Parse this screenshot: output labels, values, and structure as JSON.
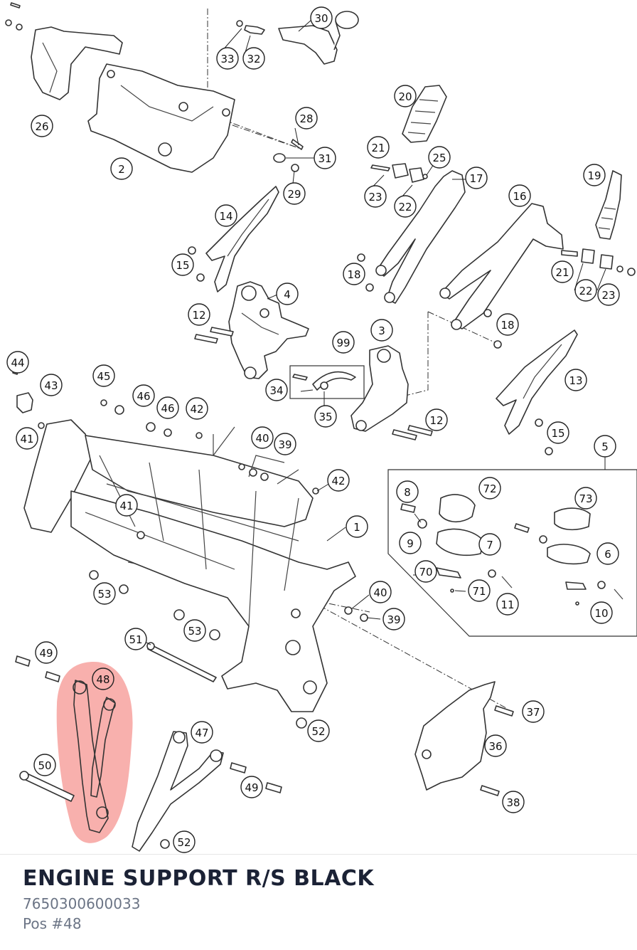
{
  "part": {
    "title": "ENGINE SUPPORT R/S BLACK",
    "number": "7650300600033",
    "position": "Pos #48"
  },
  "highlight": {
    "position": "48",
    "color": "#f2706a"
  },
  "callouts": [
    {
      "id": "c30",
      "label": "30"
    },
    {
      "id": "c33",
      "label": "33"
    },
    {
      "id": "c32",
      "label": "32"
    },
    {
      "id": "c26",
      "label": "26"
    },
    {
      "id": "c2",
      "label": "2"
    },
    {
      "id": "c28",
      "label": "28"
    },
    {
      "id": "c31",
      "label": "31"
    },
    {
      "id": "c29",
      "label": "29"
    },
    {
      "id": "c20",
      "label": "20"
    },
    {
      "id": "c21a",
      "label": "21"
    },
    {
      "id": "c25",
      "label": "25"
    },
    {
      "id": "c17",
      "label": "17"
    },
    {
      "id": "c23a",
      "label": "23"
    },
    {
      "id": "c22a",
      "label": "22"
    },
    {
      "id": "c19",
      "label": "19"
    },
    {
      "id": "c16",
      "label": "16"
    },
    {
      "id": "c14",
      "label": "14"
    },
    {
      "id": "c15a",
      "label": "15"
    },
    {
      "id": "c18a",
      "label": "18"
    },
    {
      "id": "c21b",
      "label": "21"
    },
    {
      "id": "c22b",
      "label": "22"
    },
    {
      "id": "c23b",
      "label": "23"
    },
    {
      "id": "c4",
      "label": "4"
    },
    {
      "id": "c12a",
      "label": "12"
    },
    {
      "id": "c18b",
      "label": "18"
    },
    {
      "id": "c3",
      "label": "3"
    },
    {
      "id": "c99",
      "label": "99"
    },
    {
      "id": "c44",
      "label": "44"
    },
    {
      "id": "c43",
      "label": "43"
    },
    {
      "id": "c34",
      "label": "34"
    },
    {
      "id": "c35",
      "label": "35"
    },
    {
      "id": "c13",
      "label": "13"
    },
    {
      "id": "c45",
      "label": "45"
    },
    {
      "id": "c46a",
      "label": "46"
    },
    {
      "id": "c46b",
      "label": "46"
    },
    {
      "id": "c42a",
      "label": "42"
    },
    {
      "id": "c12b",
      "label": "12"
    },
    {
      "id": "c41a",
      "label": "41"
    },
    {
      "id": "c40a",
      "label": "40"
    },
    {
      "id": "c39a",
      "label": "39"
    },
    {
      "id": "c15b",
      "label": "15"
    },
    {
      "id": "c5",
      "label": "5"
    },
    {
      "id": "c42b",
      "label": "42"
    },
    {
      "id": "c8",
      "label": "8"
    },
    {
      "id": "c72",
      "label": "72"
    },
    {
      "id": "c73",
      "label": "73"
    },
    {
      "id": "c41b",
      "label": "41"
    },
    {
      "id": "c1",
      "label": "1"
    },
    {
      "id": "c9",
      "label": "9"
    },
    {
      "id": "c7",
      "label": "7"
    },
    {
      "id": "c6",
      "label": "6"
    },
    {
      "id": "c70",
      "label": "70"
    },
    {
      "id": "c71",
      "label": "71"
    },
    {
      "id": "c11",
      "label": "11"
    },
    {
      "id": "c10",
      "label": "10"
    },
    {
      "id": "c53a",
      "label": "53"
    },
    {
      "id": "c40b",
      "label": "40"
    },
    {
      "id": "c39b",
      "label": "39"
    },
    {
      "id": "c53b",
      "label": "53"
    },
    {
      "id": "c49a",
      "label": "49"
    },
    {
      "id": "c51",
      "label": "51"
    },
    {
      "id": "c48",
      "label": "48"
    },
    {
      "id": "c37",
      "label": "37"
    },
    {
      "id": "c52a",
      "label": "52"
    },
    {
      "id": "c47",
      "label": "47"
    },
    {
      "id": "c36",
      "label": "36"
    },
    {
      "id": "c50",
      "label": "50"
    },
    {
      "id": "c49b",
      "label": "49"
    },
    {
      "id": "c38",
      "label": "38"
    },
    {
      "id": "c52b",
      "label": "52"
    }
  ]
}
